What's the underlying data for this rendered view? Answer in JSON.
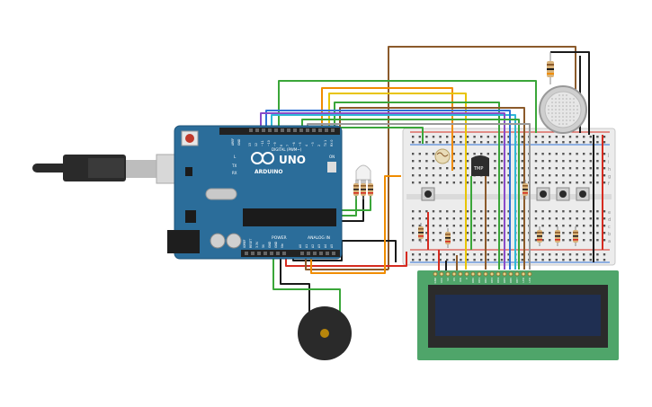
{
  "circuit": {
    "arduino": {
      "brand": "ARDUINO",
      "model": "UNO",
      "header_digital": "DIGITAL (PWM~)",
      "header_power": "POWER",
      "header_analog": "ANALOG IN",
      "led_l": "L",
      "led_tx": "TX",
      "led_rx": "RX",
      "on_label": "ON",
      "aref": "AREF",
      "gnd": "GND",
      "pins_digital": [
        "13",
        "12",
        "~11",
        "~10",
        "~9",
        "8",
        "7",
        "~6",
        "~5",
        "4",
        "~3",
        "2",
        "TX 1",
        "RX 0"
      ],
      "pins_power": [
        "IOREF",
        "RESET",
        "3.3V",
        "5V",
        "GND",
        "GND",
        "Vin"
      ],
      "pins_analog": [
        "A0",
        "A1",
        "A2",
        "A3",
        "A4",
        "A5"
      ]
    },
    "tmp_sensor_label": "TMP",
    "breadboard": {
      "col_letters": [
        "a",
        "b",
        "c",
        "d",
        "e",
        "f",
        "g",
        "h",
        "i",
        "j"
      ]
    },
    "lcd": {
      "pin_labels": [
        "GND",
        "VCC",
        "V0",
        "RS",
        "RW",
        "E",
        "DB0",
        "DB1",
        "DB2",
        "DB3",
        "DB4",
        "DB5",
        "DB6",
        "DB7",
        "LED",
        "LED"
      ]
    },
    "colors": {
      "arduino_board": "#2b6d9a",
      "breadboard": "#ececec",
      "lcd_pcb": "#4fa56a",
      "lcd_screen": "#1f2f52",
      "wire_red": "#d62b20",
      "wire_black": "#1a1a1a",
      "wire_brown": "#8b5a2b",
      "wire_green": "#3aa639",
      "wire_orange": "#f08c00",
      "wire_yellow": "#e8c400",
      "wire_blue": "#2f72d6",
      "wire_cyan": "#2fb8d6",
      "wire_purple": "#8a4bc9",
      "wire_gray": "#999999"
    }
  }
}
